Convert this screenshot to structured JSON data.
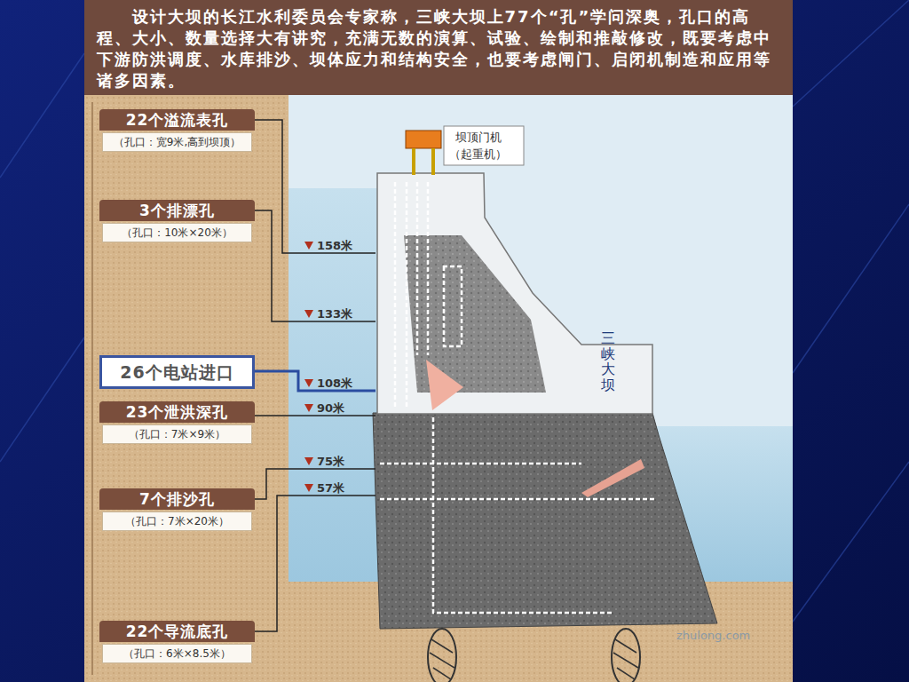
{
  "diagram": {
    "title": "设计大坝的长江水利委员会专家称，三峡大坝上77个“孔”学问深奥，孔口的高程、大小、数量选择大有讲究，充满无数的演算、试验、绘制和推敲修改，既要考虑中下游防洪调度、水库排沙、坝体应力和结构安全，也要考虑闸门、启闭机制造和应用等诸多因素。",
    "nodes": [
      {
        "text": [
          "22个溢流表孔",
          "（孔口：宽9米,高到坝顶）"
        ]
      },
      {
        "text": [
          "3个排漂孔",
          "（孔口：10米×20米）"
        ]
      },
      {
        "text": [
          "26个电站进口"
        ]
      },
      {
        "text": [
          "23个泄洪深孔",
          "（孔口：7米×9米）"
        ]
      },
      {
        "text": [
          "7个排沙孔",
          "（孔口：7米×20米）"
        ]
      },
      {
        "text": [
          "22个导流底孔",
          "（孔口：6米×8.5米）"
        ]
      }
    ],
    "labels": [
      "158米",
      "133米",
      "108米",
      "90米",
      "75米",
      "57米",
      "坝顶门机",
      "（起重机）",
      "三峡大坝",
      "zhulong.com"
    ]
  }
}
